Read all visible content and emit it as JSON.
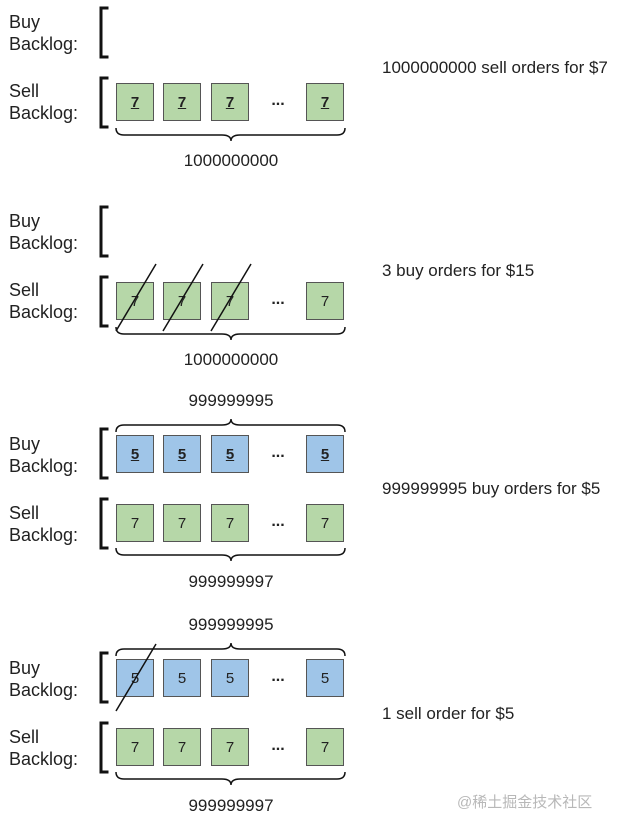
{
  "labels": {
    "buy": "Buy\nBacklog:",
    "sell": "Sell\nBacklog:"
  },
  "dots": "...",
  "descriptions": [
    "1000000000 sell orders for $7",
    "3 buy orders for $15",
    "999999995 buy orders for $5",
    "1 sell order for $5"
  ],
  "panels": [
    {
      "buy_count": "",
      "sell_count": "1000000000",
      "buy_boxes": [],
      "sell_boxes": [
        "7",
        "7",
        "7",
        "7"
      ]
    },
    {
      "buy_count": "",
      "sell_count": "1000000000",
      "buy_boxes": [],
      "sell_boxes": [
        "7",
        "7",
        "7",
        "7"
      ]
    },
    {
      "buy_count": "999999995",
      "sell_count": "999999997",
      "buy_boxes": [
        "5",
        "5",
        "5",
        "5"
      ],
      "sell_boxes": [
        "7",
        "7",
        "7",
        "7"
      ]
    },
    {
      "buy_count": "999999995",
      "sell_count": "999999997",
      "buy_boxes": [
        "5",
        "5",
        "5",
        "5"
      ],
      "sell_boxes": [
        "7",
        "7",
        "7",
        "7"
      ]
    }
  ],
  "colors": {
    "sell_box": "#b6d7a8",
    "buy_box": "#9fc5e8",
    "line": "#111111"
  },
  "watermark": "@稀土掘金技术社区"
}
